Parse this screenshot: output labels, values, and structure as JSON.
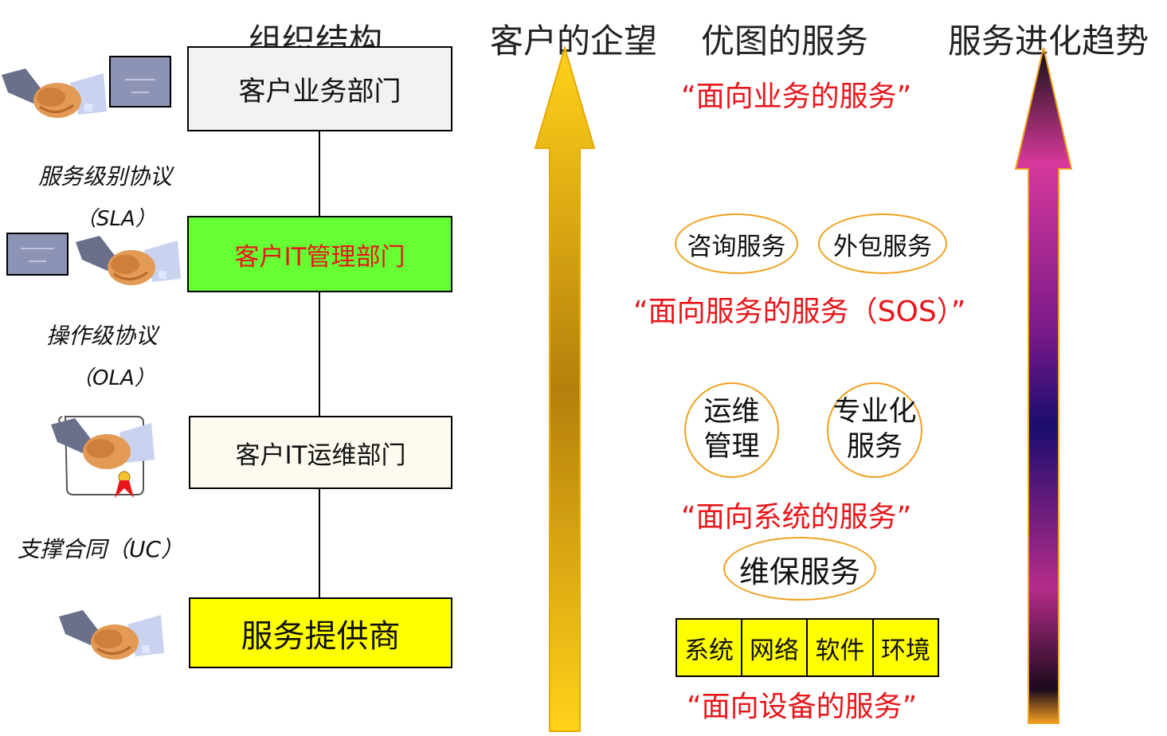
{
  "headers": {
    "org": "组织结构",
    "customer": "客户的企望",
    "service": "优图的服务",
    "trend": "服务进化趋势"
  },
  "org_boxes": [
    {
      "label": "客户业务部门"
    },
    {
      "label": "客户IT管理部门"
    },
    {
      "label": "客户IT运维部门"
    },
    {
      "label": "服务提供商"
    }
  ],
  "agreements": [
    {
      "name": "服务级别协议",
      "abbr": "（SLA）"
    },
    {
      "name": "操作级协议",
      "abbr": "（OLA）"
    },
    {
      "name": "支撑合同（UC）"
    }
  ],
  "service_levels": {
    "business": "“面向业务的服务”",
    "sos": "“面向服务的服务（SOS）”",
    "system": "“面向系统的服务”",
    "device": "“面向设备的服务”"
  },
  "service_bubbles": {
    "consult": "咨询服务",
    "outsource": "外包服务",
    "ops_line1": "运维",
    "ops_line2": "管理",
    "pro_line1": "专业化",
    "pro_line2": "服务",
    "maintenance": "维保服务"
  },
  "device_cells": [
    "系统",
    "网络",
    "软件",
    "环境"
  ],
  "colors": {
    "accent_red": "#e8161b",
    "ellipse_border": "#f0a020",
    "mgmt_box": "#66ff33",
    "provider_box": "#ffff00",
    "device_row": "#ffff00",
    "business_box": "#f2f2f2",
    "ops_box": "#fdfaf0"
  },
  "icons": [
    "handshake-icon",
    "document-icon",
    "certificate-icon"
  ]
}
